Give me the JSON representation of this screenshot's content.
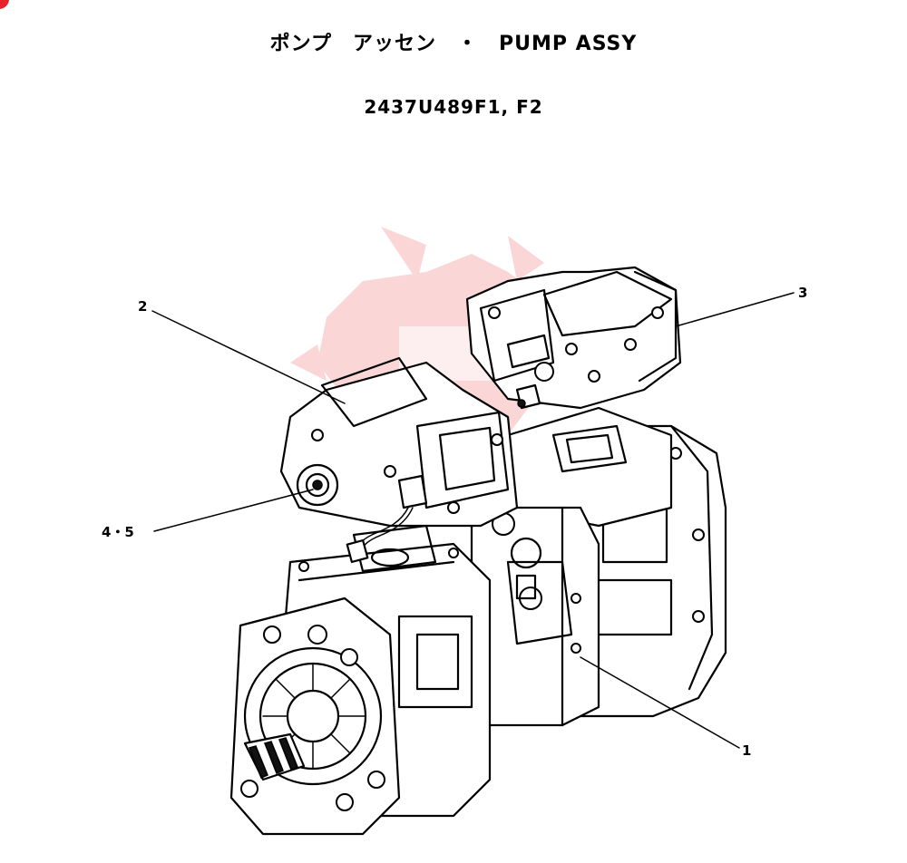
{
  "title": "ポンプ　アッセン　・　PUMP ASSY",
  "part_numbers": "2437U489F1, F2",
  "callouts": [
    {
      "id": "1",
      "label": "1"
    },
    {
      "id": "2",
      "label": "2"
    },
    {
      "id": "3",
      "label": "3"
    },
    {
      "id": "45",
      "label": "4・5"
    }
  ],
  "colors": {
    "ink": "#000000",
    "watermark": "#e8202a",
    "corner_mark": "#e8202a"
  },
  "icons": {
    "watermark": "gear-logo-watermark"
  }
}
